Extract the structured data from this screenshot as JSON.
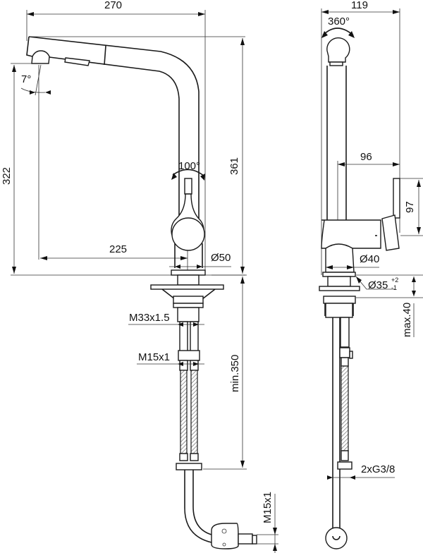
{
  "drawing": {
    "type": "technical dimension drawing",
    "subject": "kitchen mixer tap with pull-out spout",
    "views": [
      "side view",
      "front view"
    ]
  },
  "side_view": {
    "dims": {
      "overall_width": "270",
      "spout_height": "322",
      "total_height": "361",
      "reach": "225",
      "base_diameter": "Ø50",
      "spout_angle": "7°",
      "lever_rotation": "100°",
      "connection_thread": "M33x1.5",
      "hose_thread": "M15x1",
      "hose_length": "min.350",
      "outlet_thread": "M15x1"
    }
  },
  "front_view": {
    "dims": {
      "overall_depth": "119",
      "swivel": "360°",
      "lever_offset": "96",
      "lever_height": "97",
      "body_diameter": "Ø40",
      "hole_diameter": "Ø35",
      "hole_tolerance_plus": "+2",
      "hole_tolerance_minus": "-1",
      "max_deck_thickness": "max.40",
      "supply_connection": "2xG3/8"
    }
  }
}
